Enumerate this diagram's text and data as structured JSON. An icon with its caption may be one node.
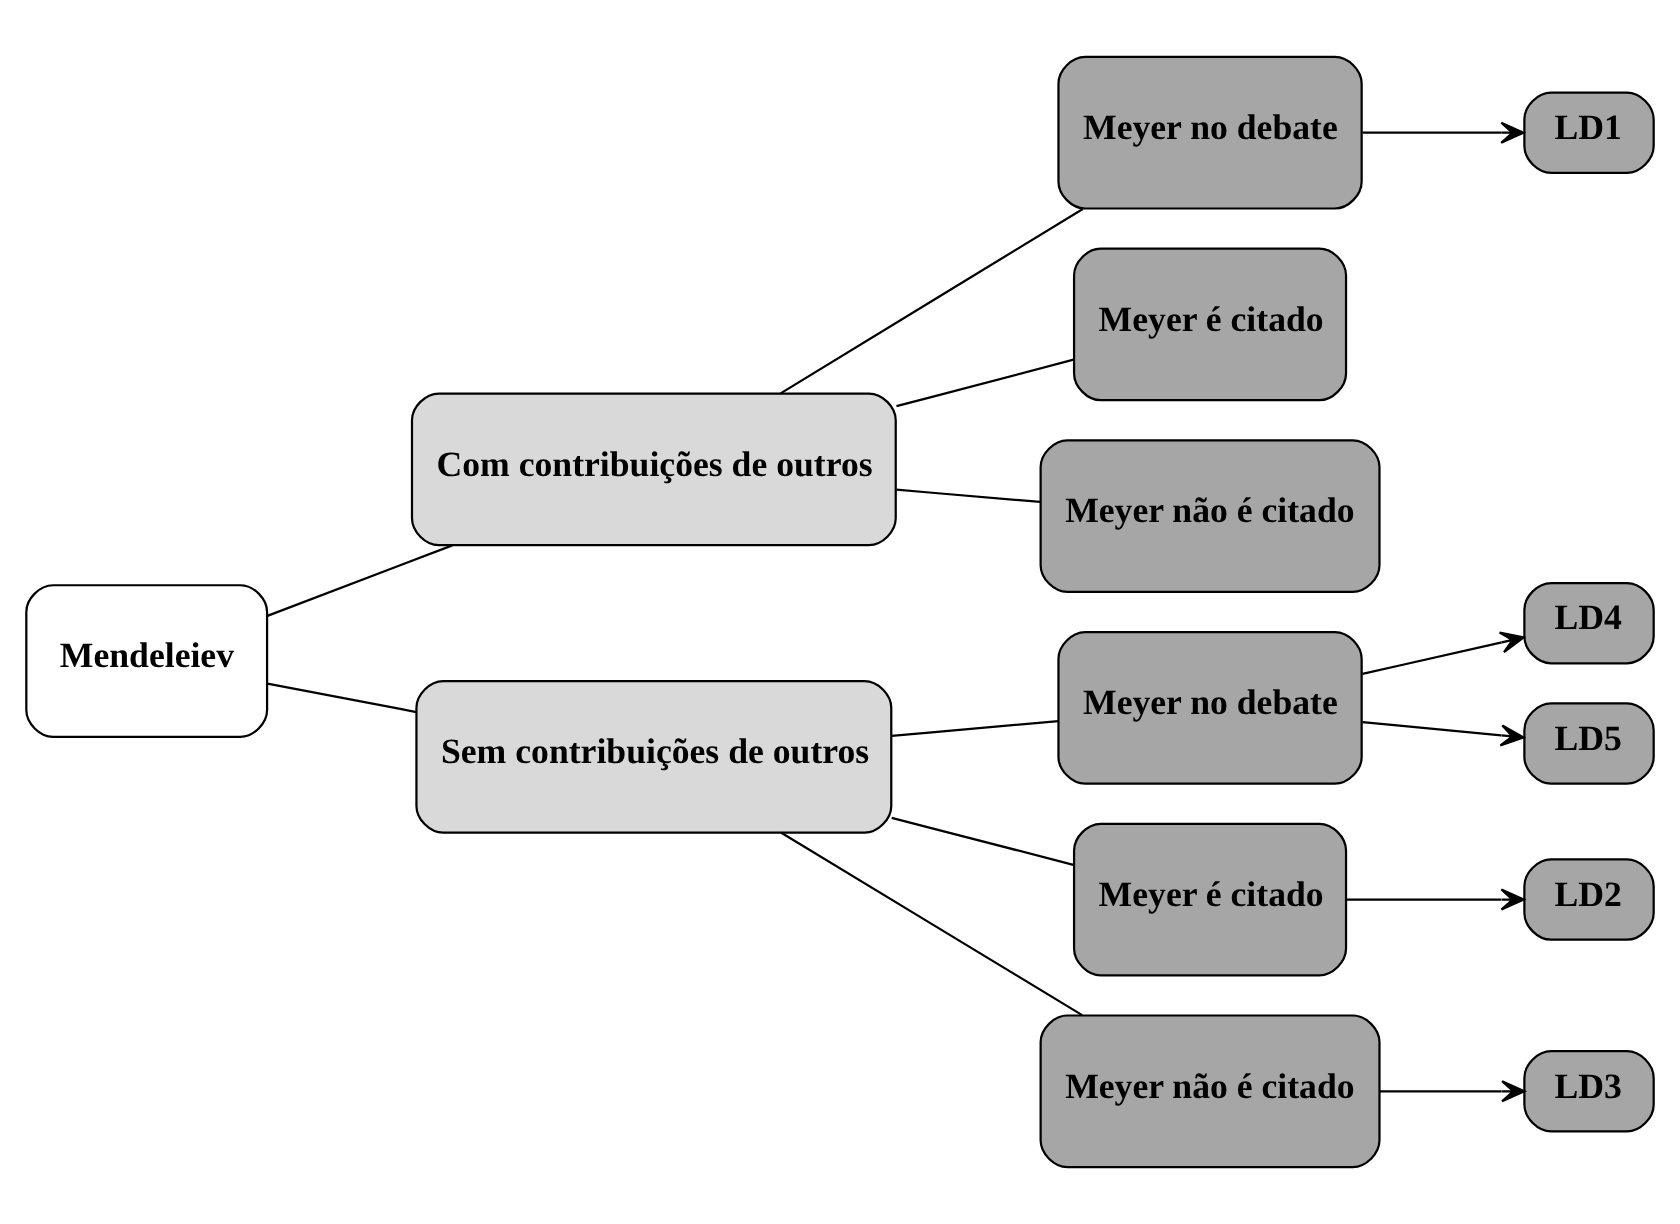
{
  "diagram": {
    "nodes": [
      {
        "text": [
          "Mendeleiev"
        ]
      },
      {
        "text": [
          "Com contribuições de outros"
        ]
      },
      {
        "text": [
          "Sem contribuições de outros"
        ]
      },
      {
        "text": [
          "Meyer no debate"
        ]
      },
      {
        "text": [
          "Meyer é citado"
        ]
      },
      {
        "text": [
          "Meyer não é citado"
        ]
      },
      {
        "text": [
          "Meyer no debate"
        ]
      },
      {
        "text": [
          "Meyer é citado"
        ]
      },
      {
        "text": [
          "Meyer não é citado"
        ]
      },
      {
        "text": [
          "LD1"
        ]
      },
      {
        "text": [
          "LD4"
        ]
      },
      {
        "text": [
          "LD5"
        ]
      },
      {
        "text": [
          "LD2"
        ]
      },
      {
        "text": [
          "LD3"
        ]
      }
    ],
    "edges": [
      {
        "from": 0,
        "to": 1,
        "arrow": "none"
      },
      {
        "from": 0,
        "to": 2,
        "arrow": "none"
      },
      {
        "from": 1,
        "to": 3,
        "arrow": "none"
      },
      {
        "from": 1,
        "to": 4,
        "arrow": "none"
      },
      {
        "from": 1,
        "to": 5,
        "arrow": "none"
      },
      {
        "from": 2,
        "to": 6,
        "arrow": "none"
      },
      {
        "from": 2,
        "to": 7,
        "arrow": "none"
      },
      {
        "from": 2,
        "to": 8,
        "arrow": "none"
      },
      {
        "from": 3,
        "to": 9,
        "arrow": "to"
      },
      {
        "from": 6,
        "to": 10,
        "arrow": "to"
      },
      {
        "from": 6,
        "to": 11,
        "arrow": "to"
      },
      {
        "from": 7,
        "to": 12,
        "arrow": "to"
      },
      {
        "from": 8,
        "to": 13,
        "arrow": "to"
      }
    ]
  }
}
